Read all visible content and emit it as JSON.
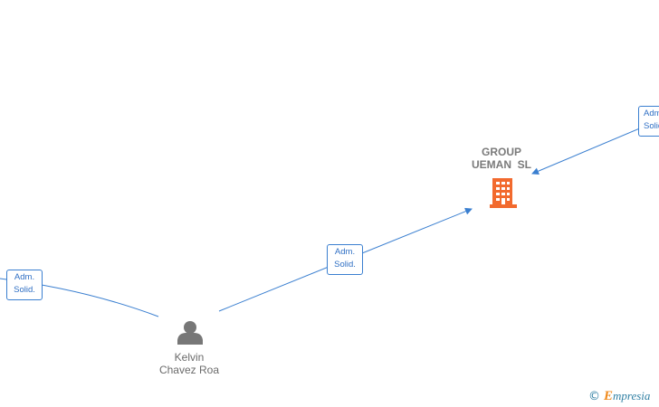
{
  "colors": {
    "edge": "#3a7fd0",
    "company_icon": "#f26a2e",
    "person_icon": "#777777",
    "label_text": "#6b6b6b",
    "watermark": "#2f7fa3",
    "watermark_accent": "#f08a1c"
  },
  "nodes": {
    "company": {
      "name_line1": "GROUP",
      "name_line2": "UEMAN  SL",
      "icon": "building-icon"
    },
    "person": {
      "name_line1": "Kelvin",
      "name_line2": "Chavez Roa",
      "icon": "person-icon"
    }
  },
  "edges": [
    {
      "role_line1": "Adm.",
      "role_line2": "Solid."
    },
    {
      "role_line1": "Adm.",
      "role_line2": "Solid."
    },
    {
      "role_line1": "Adm.",
      "role_line2": "Solid."
    }
  ],
  "watermark": {
    "copyright": "©",
    "brand_initial": "E",
    "brand_rest": "mpresia"
  }
}
